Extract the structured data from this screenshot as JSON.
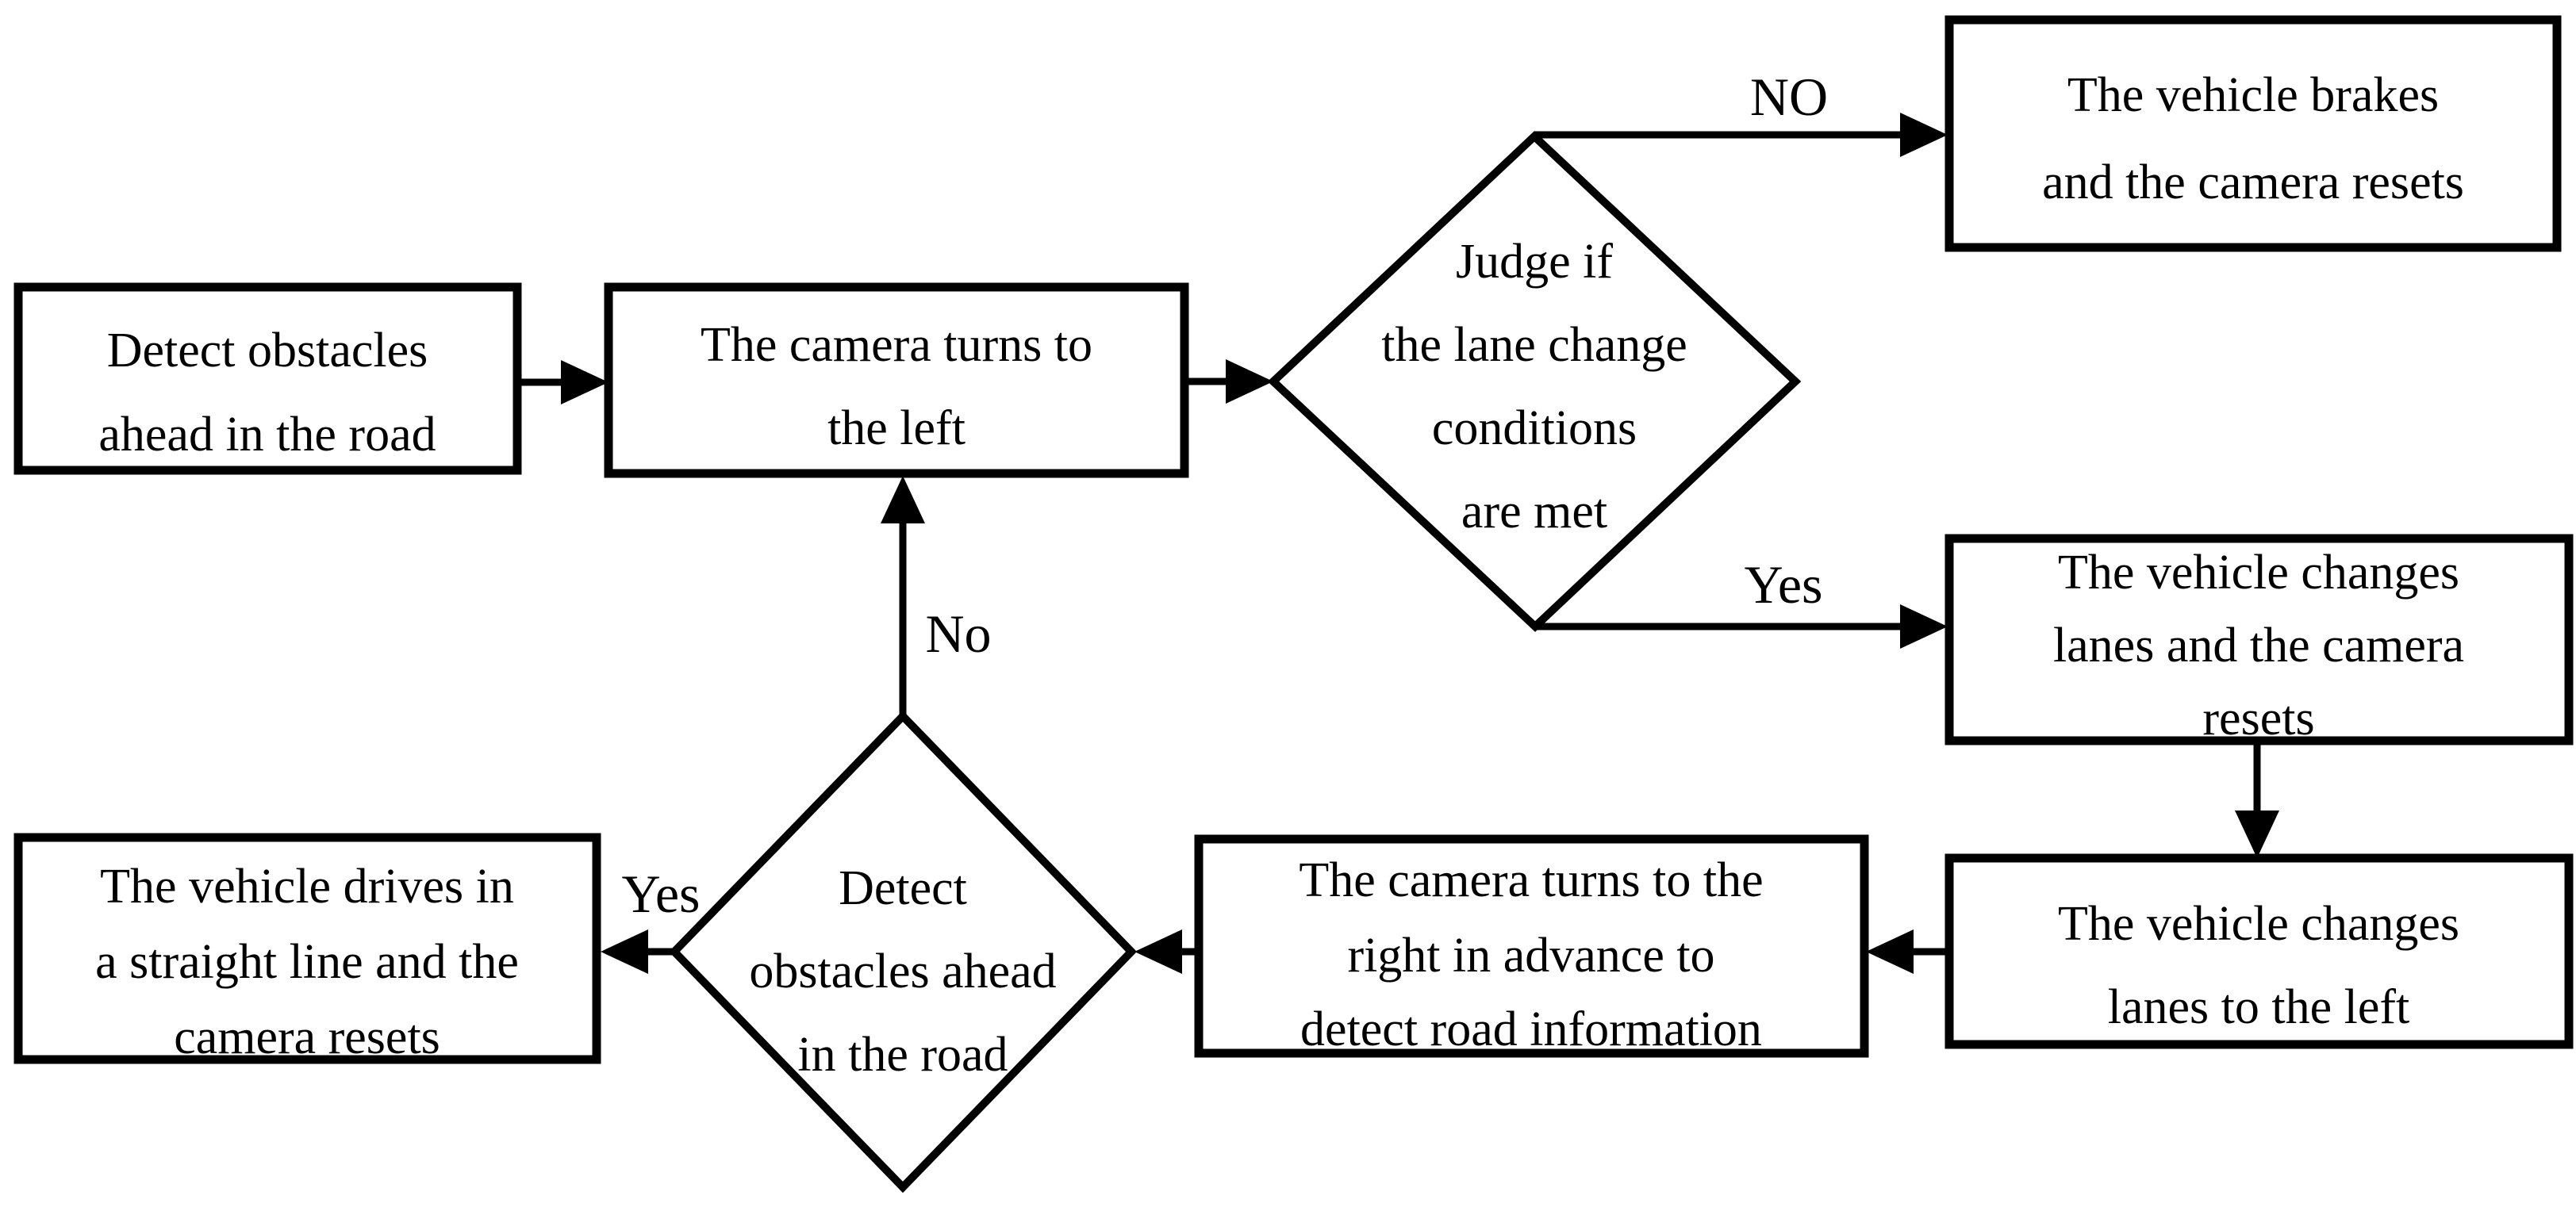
{
  "diagram": {
    "title": "Lane change camera decision flowchart",
    "colors": {
      "stroke": "#000000",
      "fill": "#ffffff",
      "text": "#000000"
    },
    "nodes": {
      "detect_obstacles_start": {
        "type": "process",
        "lines": [
          "Detect obstacles",
          "ahead in the road"
        ]
      },
      "camera_turns_left": {
        "type": "process",
        "lines": [
          "The camera turns to",
          "the left"
        ]
      },
      "judge_lane_change": {
        "type": "decision",
        "lines": [
          "Judge if",
          "the lane change",
          "conditions",
          "are met"
        ]
      },
      "vehicle_brakes": {
        "type": "process",
        "lines": [
          "The vehicle brakes",
          "and the camera resets"
        ]
      },
      "vehicle_changes_lanes_resets": {
        "type": "process",
        "lines": [
          "The vehicle changes",
          "lanes and the camera",
          "resets"
        ]
      },
      "vehicle_changes_lanes_left": {
        "type": "process",
        "lines": [
          "The vehicle changes",
          "lanes to the left"
        ]
      },
      "camera_turns_right": {
        "type": "process",
        "lines": [
          "The camera turns to the",
          "right in advance to",
          "detect road information"
        ]
      },
      "detect_obstacles_check": {
        "type": "decision",
        "lines": [
          "Detect",
          "obstacles ahead",
          "in the road"
        ]
      },
      "vehicle_drives_straight": {
        "type": "process",
        "lines": [
          "The vehicle drives in",
          "a straight line and the",
          "camera resets"
        ]
      }
    },
    "edge_labels": {
      "judge_no": "NO",
      "judge_yes": "Yes",
      "detect_no": "No",
      "detect_yes": "Yes"
    }
  }
}
